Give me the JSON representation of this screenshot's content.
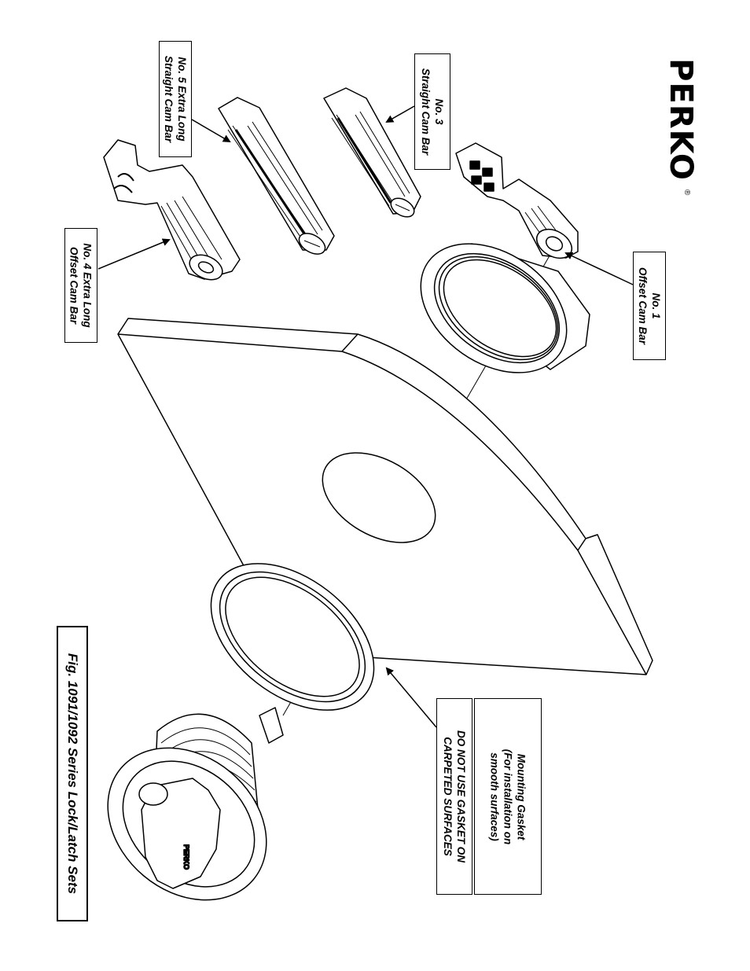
{
  "brand": {
    "name": "PERKO",
    "registered_mark": "®"
  },
  "figure_title": "Fig. 1091/1092 Series Lock/Latch Sets",
  "labels": {
    "no1": {
      "line1": "No. 1",
      "line2": "Offset Cam Bar"
    },
    "no3": {
      "line1": "No. 3",
      "line2": "Straight Cam Bar"
    },
    "no4": {
      "line1": "No. 4 Extra Long",
      "line2": "Offset Cam Bar"
    },
    "no5": {
      "line1": "No. 5 Extra Long",
      "line2": "Straight Cam Bar"
    },
    "gasket": {
      "line1": "Mounting Gasket",
      "line2": "(For installation on",
      "line3": "smooth surfaces)"
    },
    "warning": {
      "line1": "DO NOT USE GASKET ON",
      "line2": "CARPETED SURFACES"
    }
  },
  "knob_label": "PERKO"
}
